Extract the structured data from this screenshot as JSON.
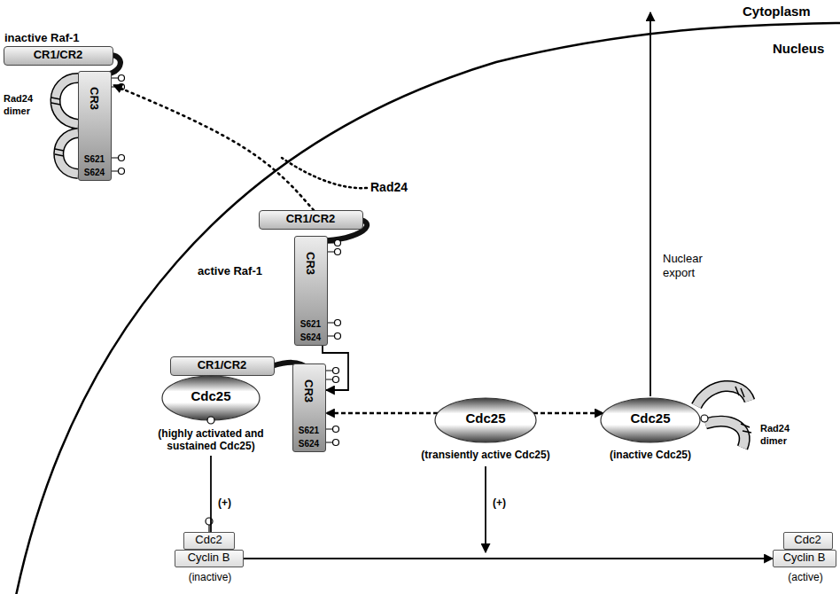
{
  "diagram": {
    "nodes": [
      {
        "text": [
          "inactive Raf-1",
          "CR1/CR2"
        ]
      },
      {
        "text": [
          "CR3",
          "S621",
          "S624"
        ]
      },
      {
        "text": [
          "CR1/CR2",
          "active Raf-1"
        ]
      },
      {
        "text": [
          "CR3",
          "S621",
          "S624"
        ]
      },
      {
        "text": [
          "CR1/CR2"
        ]
      },
      {
        "text": [
          "Cdc25",
          "(highly activated and sustained Cdc25)"
        ]
      },
      {
        "text": [
          "CR3",
          "S621",
          "S624"
        ]
      },
      {
        "text": [
          "Cdc25",
          "(transiently active Cdc25)"
        ]
      },
      {
        "text": [
          "Cdc25",
          "(inactive Cdc25)"
        ]
      },
      {
        "text": [
          "Cdc2"
        ]
      },
      {
        "text": [
          "Cyclin B",
          "(inactive)"
        ]
      },
      {
        "text": [
          "Cdc2"
        ]
      },
      {
        "text": [
          "Cyclin B",
          "(active)"
        ]
      }
    ],
    "edges": [
      {
        "from": 2,
        "to": 0,
        "arrow": "to"
      },
      {
        "from": 3,
        "to": 6,
        "arrow": "to"
      },
      {
        "from": 7,
        "to": 6,
        "arrow": "to"
      },
      {
        "from": 7,
        "to": 8,
        "arrow": "to"
      },
      {
        "from": 10,
        "to": 12,
        "arrow": "to"
      }
    ],
    "labels": [
      "Cytoplasm",
      "Nucleus",
      "Rad24 dimer",
      "Rad24",
      "Nuclear export",
      "Rad24 dimer",
      "(+)",
      "(+)"
    ]
  }
}
